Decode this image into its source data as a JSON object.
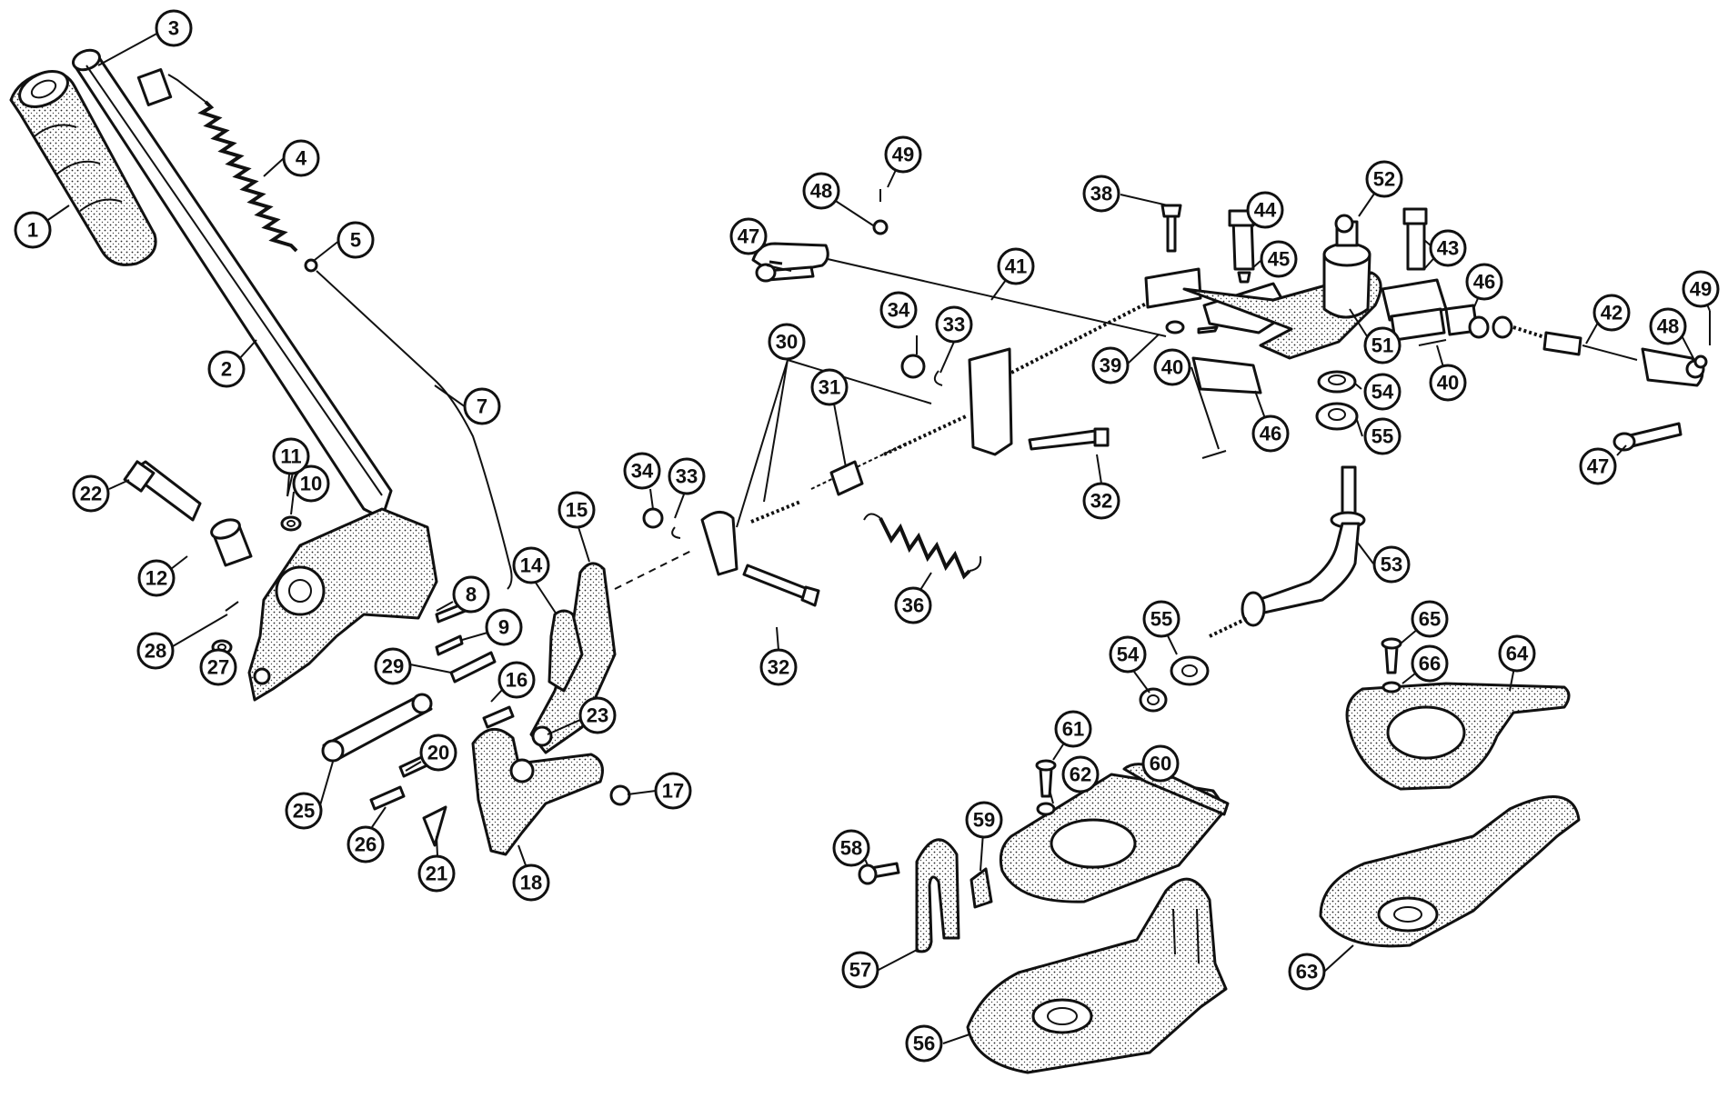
{
  "callouts": [
    {
      "id": "c1",
      "label": "1"
    },
    {
      "id": "c2",
      "label": "2"
    },
    {
      "id": "c3",
      "label": "3"
    },
    {
      "id": "c4",
      "label": "4"
    },
    {
      "id": "c5",
      "label": "5"
    },
    {
      "id": "c7",
      "label": "7"
    },
    {
      "id": "c8",
      "label": "8"
    },
    {
      "id": "c9",
      "label": "9"
    },
    {
      "id": "c10",
      "label": "10"
    },
    {
      "id": "c11",
      "label": "11"
    },
    {
      "id": "c12",
      "label": "12"
    },
    {
      "id": "c14",
      "label": "14"
    },
    {
      "id": "c15",
      "label": "15"
    },
    {
      "id": "c16",
      "label": "16"
    },
    {
      "id": "c17",
      "label": "17"
    },
    {
      "id": "c18",
      "label": "18"
    },
    {
      "id": "c20",
      "label": "20"
    },
    {
      "id": "c21",
      "label": "21"
    },
    {
      "id": "c22",
      "label": "22"
    },
    {
      "id": "c23",
      "label": "23"
    },
    {
      "id": "c25",
      "label": "25"
    },
    {
      "id": "c26",
      "label": "26"
    },
    {
      "id": "c27",
      "label": "27"
    },
    {
      "id": "c28",
      "label": "28"
    },
    {
      "id": "c29",
      "label": "29"
    },
    {
      "id": "c30",
      "label": "30"
    },
    {
      "id": "c31",
      "label": "31"
    },
    {
      "id": "c32a",
      "label": "32"
    },
    {
      "id": "c32b",
      "label": "32"
    },
    {
      "id": "c33a",
      "label": "33"
    },
    {
      "id": "c33b",
      "label": "33"
    },
    {
      "id": "c34a",
      "label": "34"
    },
    {
      "id": "c34b",
      "label": "34"
    },
    {
      "id": "c36",
      "label": "36"
    },
    {
      "id": "c38",
      "label": "38"
    },
    {
      "id": "c39",
      "label": "39"
    },
    {
      "id": "c40a",
      "label": "40"
    },
    {
      "id": "c40b",
      "label": "40"
    },
    {
      "id": "c41",
      "label": "41"
    },
    {
      "id": "c42",
      "label": "42"
    },
    {
      "id": "c43",
      "label": "43"
    },
    {
      "id": "c44",
      "label": "44"
    },
    {
      "id": "c45",
      "label": "45"
    },
    {
      "id": "c46a",
      "label": "46"
    },
    {
      "id": "c46b",
      "label": "46"
    },
    {
      "id": "c47a",
      "label": "47"
    },
    {
      "id": "c47b",
      "label": "47"
    },
    {
      "id": "c48a",
      "label": "48"
    },
    {
      "id": "c48b",
      "label": "48"
    },
    {
      "id": "c49a",
      "label": "49"
    },
    {
      "id": "c49b",
      "label": "49"
    },
    {
      "id": "c51",
      "label": "51"
    },
    {
      "id": "c52",
      "label": "52"
    },
    {
      "id": "c53",
      "label": "53"
    },
    {
      "id": "c54a",
      "label": "54"
    },
    {
      "id": "c54b",
      "label": "54"
    },
    {
      "id": "c55a",
      "label": "55"
    },
    {
      "id": "c55b",
      "label": "55"
    },
    {
      "id": "c56",
      "label": "56"
    },
    {
      "id": "c57",
      "label": "57"
    },
    {
      "id": "c58",
      "label": "58"
    },
    {
      "id": "c59",
      "label": "59"
    },
    {
      "id": "c60",
      "label": "60"
    },
    {
      "id": "c61",
      "label": "61"
    },
    {
      "id": "c62",
      "label": "62"
    },
    {
      "id": "c63",
      "label": "63"
    },
    {
      "id": "c64",
      "label": "64"
    },
    {
      "id": "c65",
      "label": "65"
    },
    {
      "id": "c66",
      "label": "66"
    }
  ]
}
